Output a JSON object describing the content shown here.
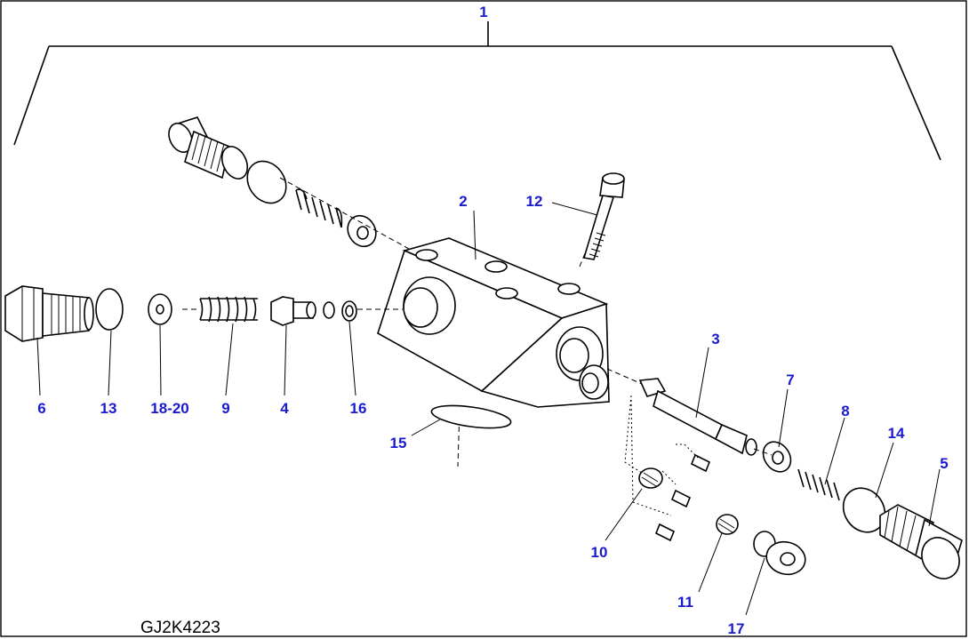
{
  "drawing_code": "GJ2K4223",
  "callouts": [
    "1",
    "2",
    "3",
    "4",
    "5",
    "6",
    "7",
    "8",
    "9",
    "10",
    "11",
    "12",
    "13",
    "14",
    "15",
    "16",
    "17",
    "18-20"
  ]
}
